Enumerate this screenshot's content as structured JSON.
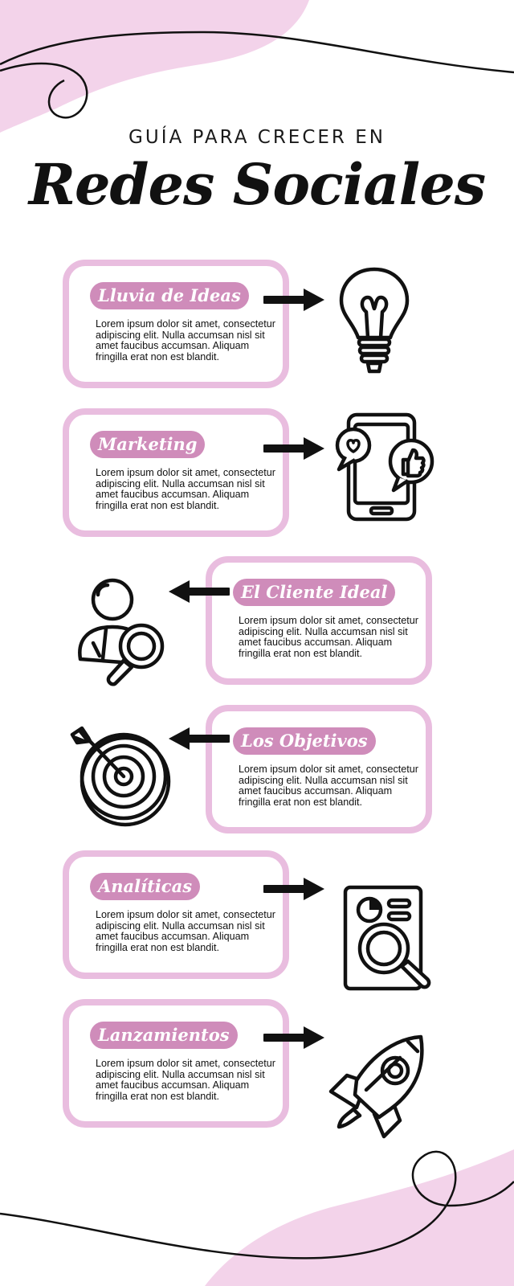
{
  "header": {
    "subtitle": "GUÍA PARA CRECER EN",
    "title": "Redes Sociales"
  },
  "colors": {
    "accent_pink": "#cf8cba",
    "border_pink": "#e9bddf",
    "blob_pink": "#f3d3ea",
    "ink": "#111111"
  },
  "steps": [
    {
      "title": "Lluvia de Ideas",
      "text": "Lorem ipsum dolor sit amet, consectetur adipiscing elit. Nulla accumsan nisl sit amet faucibus accumsan. Aliquam fringilla erat non est blandit.",
      "icon": "lightbulb-icon",
      "arrow": "right"
    },
    {
      "title": "Marketing",
      "text": "Lorem ipsum dolor sit amet, consectetur adipiscing elit. Nulla accumsan nisl sit amet faucibus accumsan. Aliquam fringilla erat non est blandit.",
      "icon": "smartphone-social-icon",
      "arrow": "right"
    },
    {
      "title": "El Cliente Ideal",
      "text": "Lorem ipsum dolor sit amet, consectetur adipiscing elit. Nulla accumsan nisl sit amet faucibus accumsan. Aliquam fringilla erat non est blandit.",
      "icon": "person-search-icon",
      "arrow": "left"
    },
    {
      "title": "Los Objetivos",
      "text": "Lorem ipsum dolor sit amet, consectetur adipiscing elit. Nulla accumsan nisl sit amet faucibus accumsan. Aliquam fringilla erat non est blandit.",
      "icon": "target-arrow-icon",
      "arrow": "left"
    },
    {
      "title": "Analíticas",
      "text": "Lorem ipsum dolor sit amet, consectetur adipiscing elit. Nulla accumsan nisl sit amet faucibus accumsan. Aliquam fringilla erat non est blandit.",
      "icon": "report-magnifier-icon",
      "arrow": "right"
    },
    {
      "title": "Lanzamientos",
      "text": "Lorem ipsum dolor sit amet, consectetur adipiscing elit. Nulla accumsan nisl sit amet faucibus accumsan. Aliquam fringilla erat non est blandit.",
      "icon": "rocket-icon",
      "arrow": "right"
    }
  ]
}
